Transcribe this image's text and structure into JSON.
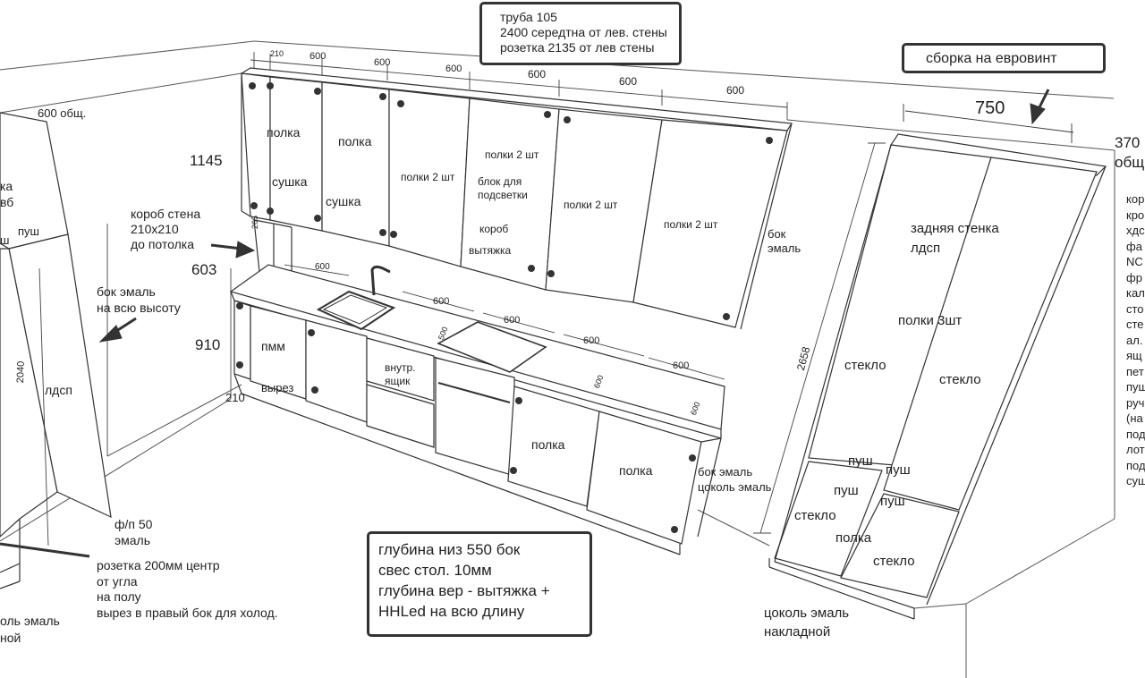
{
  "notes": {
    "top": [
      "труба 105",
      "2400 середтна от лев. стены",
      "розетка 2135 от лев стены"
    ],
    "right": "сборка на евровинт",
    "bottom": [
      "глубина низ 550 бок",
      "свес стол. 10мм",
      "глубина вер -  вытяжка +",
      "HHLed на всю длину"
    ]
  },
  "dimensions": {
    "top_210": "210",
    "top_600s": [
      "600",
      "600",
      "600",
      "600",
      "600",
      "600"
    ],
    "left_600": "600 общ.",
    "height_1145": "1145",
    "height_603": "603",
    "height_910": "910",
    "plinth_210": "210",
    "counter_600s": [
      "600",
      "600",
      "600",
      "600",
      "600"
    ],
    "depth_500": "500",
    "depth_600a": "600",
    "depth_600b": "600",
    "height_2658": "2658",
    "height_2040": "2040",
    "small_265": "265",
    "width_750": "750",
    "right_370": "370",
    "right_obsh": "общ"
  },
  "labels": {
    "upper_polka1": "полка",
    "upper_sushka1": "сушка",
    "upper_polka2": "полка",
    "upper_sushka2": "сушка",
    "upper_polki2sht_a": "полки 2 шт",
    "upper_polki2sht_b": "полки 2 шт",
    "upper_blok": "блок для",
    "upper_podsvetki": "подсветки",
    "upper_korob": "короб",
    "upper_vytyazhka": "вытяжка",
    "upper_polki2sht_c": "полки 2 шт",
    "upper_polki2sht_d": "полки 2 шт",
    "bok_emal": "бок",
    "bok_emal2": "эмаль",
    "korob_stena": "короб стена",
    "korob_210": "210х210",
    "korob_potolok": "до потолка",
    "bok_vsyu1": "бок эмаль",
    "bok_vsyu2": "на всю высоту",
    "pmm": "пмм",
    "vyrez": "вырез",
    "vnutr": "внутр.",
    "yashchik": "ящик",
    "low_polka1": "полка",
    "low_polka2": "полка",
    "bok_emal_low": "бок эмаль",
    "cokol_emal_low": "цоколь эмаль",
    "ldsp_left": "лдсп",
    "fp50": "ф/п 50",
    "fp_emal": "эмаль",
    "rozetka1": "розетка 200мм центр",
    "rozetka2": "от угла",
    "rozetka3": "на полу",
    "rozetka4": "вырез в правый бок для холод.",
    "left_ka": "ка",
    "left_vb": "вб",
    "left_push": "пуш",
    "left_sh": "ш",
    "left_emal": "оль эмаль",
    "left_noy": "ной",
    "zadnyaya": "задняя стенка",
    "ldsp_right": "лдсп",
    "polki3": "полки 3шт",
    "steklo1": "стекло",
    "steklo2": "стекло",
    "push1": "пуш",
    "push2": "пуш",
    "push3": "пуш",
    "push4": "пуш",
    "steklo3": "стекло",
    "polka_bottom": "полка",
    "steklo4": "стекло",
    "cokol_nakl1": "цоколь эмаль",
    "cokol_nakl2": "накладной",
    "edge_right": [
      "кор",
      "кро",
      "хдс",
      "фа",
      "NC",
      "фр",
      "кал",
      "сто",
      "сте",
      "ал.",
      "ящ",
      "пет",
      "пуш",
      "руч",
      "(на",
      "под",
      "лот",
      "под",
      "суш"
    ]
  }
}
